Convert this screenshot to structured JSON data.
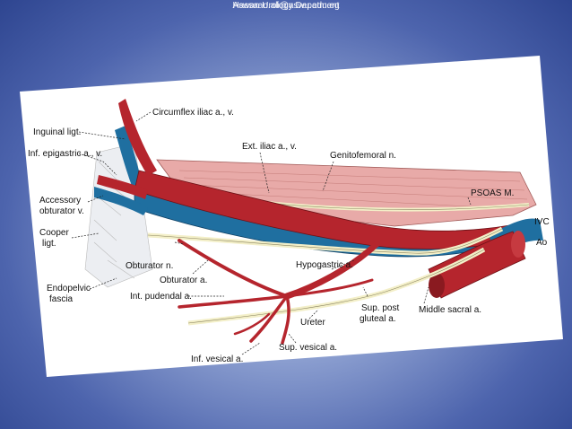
{
  "diagram": {
    "labels": {
      "inguinal_ligt": "Inguinal ligt.",
      "inf_epigastric": "Inf. epigastric a., v.",
      "accessory_obturator_1": "Accessory",
      "accessory_obturator_2": "obturator v.",
      "cooper_1": "Cooper",
      "cooper_2": "ligt.",
      "endopelvic_1": "Endopelvic",
      "endopelvic_2": "fascia",
      "circumflex_iliac": "Circumflex iliac a., v.",
      "ext_iliac": "Ext. iliac a., v.",
      "genitofemoral": "Genitofemoral n.",
      "psoas": "PSOAS M.",
      "ivc": "IVC",
      "ao": "Ao",
      "obturator_n": "Obturator n.",
      "obturator_a": "Obturator a.",
      "int_pudendal": "Int. pudendal a.",
      "hypogastric": "Hypogastric a.",
      "sup_post_gluteal_1": "Sup. post",
      "sup_post_gluteal_2": "gluteal a.",
      "middle_sacral": "Middle sacral a.",
      "ureter": "Ureter",
      "sup_vesical": "Sup. vesical a.",
      "inf_vesical": "Inf. vesical a."
    },
    "colors": {
      "artery": "#b5252d",
      "vein": "#1f6fa0",
      "muscle": "#e8aaa8",
      "nerve": "#f3efc8",
      "background": "#3c55a2"
    }
  },
  "footer": {
    "line1": "Aswan Urology Depatment",
    "line2": "Hassaan.ali@aswu.edu.eg"
  }
}
